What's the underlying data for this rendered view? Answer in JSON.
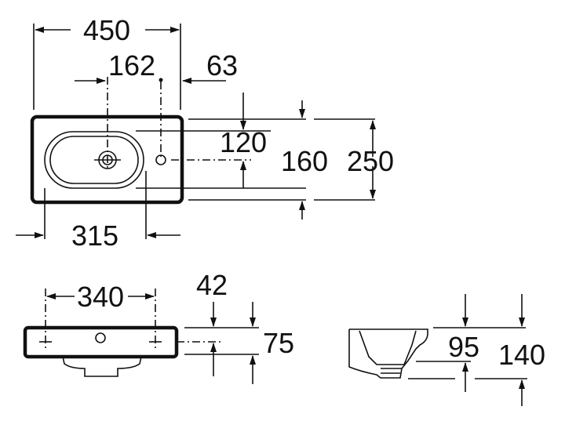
{
  "drawing": {
    "top_view": {
      "width": "450",
      "tap_offset": "162",
      "side_hole_offset": "63",
      "bowl_depth_offset": "120",
      "bowl_height": "160",
      "depth": "250",
      "bowl_width": "315"
    },
    "front_view": {
      "fixing_spacing": "340",
      "fixing_height": "42",
      "rim_height": "75"
    },
    "side_view": {
      "bowl_depth": "95",
      "total_height": "140"
    },
    "line_color": "#111111"
  }
}
